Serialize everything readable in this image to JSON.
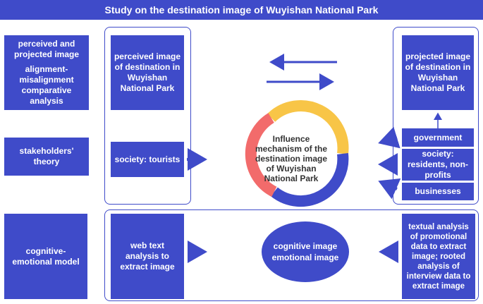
{
  "title": "Study on the destination image of Wuyishan National Park",
  "rows": {
    "row1": {
      "left_label_line1": "perceived and projected image",
      "left_label_line2": "alignment-misalignment comparative analysis",
      "perceived_box": "perceived image of destination in Wuyishan National Park",
      "projected_box": "projected image of destination in Wuyishan National Park"
    },
    "row2": {
      "left_label": "stakeholders' theory",
      "society_tourists": "society: tourists",
      "center_text": "Influence mechanism of the destination image of Wuyishan National Park",
      "government": "government",
      "society_residents": "society: residents, non-profits",
      "businesses": "businesses"
    },
    "row3": {
      "left_label": "cognitive-emotional model",
      "web_text": "web text analysis to extract image",
      "center_line1": "cognitive image",
      "center_line2": "emotional image",
      "right_text": "textual analysis of promotional data to extract image; rooted analysis of interview data to extract image"
    }
  },
  "colors": {
    "box_blue": "#3f4bc9",
    "ring_yellow": "#f8c547",
    "ring_blue": "#3f4bc9",
    "ring_red": "#f26b6b"
  }
}
